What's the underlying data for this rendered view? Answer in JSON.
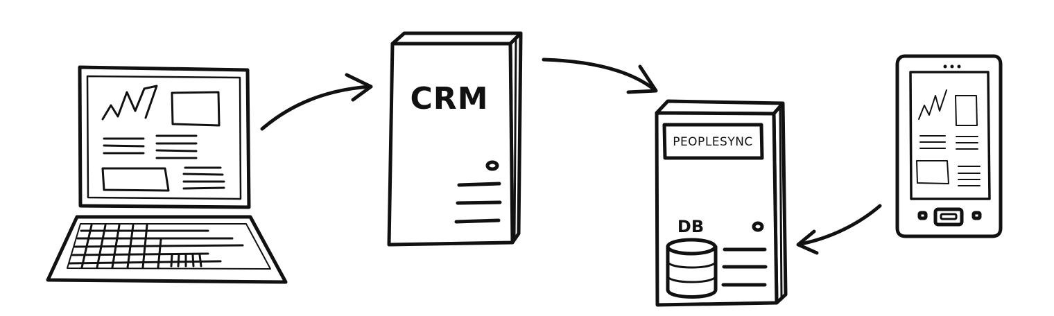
{
  "crm_server": {
    "label": "CRM"
  },
  "peoplesync_server": {
    "label": "PEOPLESYNC",
    "db_label": "DB"
  },
  "colors": {
    "ink": "#111111",
    "paper": "#ffffff"
  },
  "icons": {
    "laptop": "laptop-icon",
    "crm_server": "server-icon",
    "peoplesync_server": "server-icon",
    "database": "database-icon",
    "mobile": "mobile-phone-icon",
    "arrow": "arrow-icon"
  }
}
